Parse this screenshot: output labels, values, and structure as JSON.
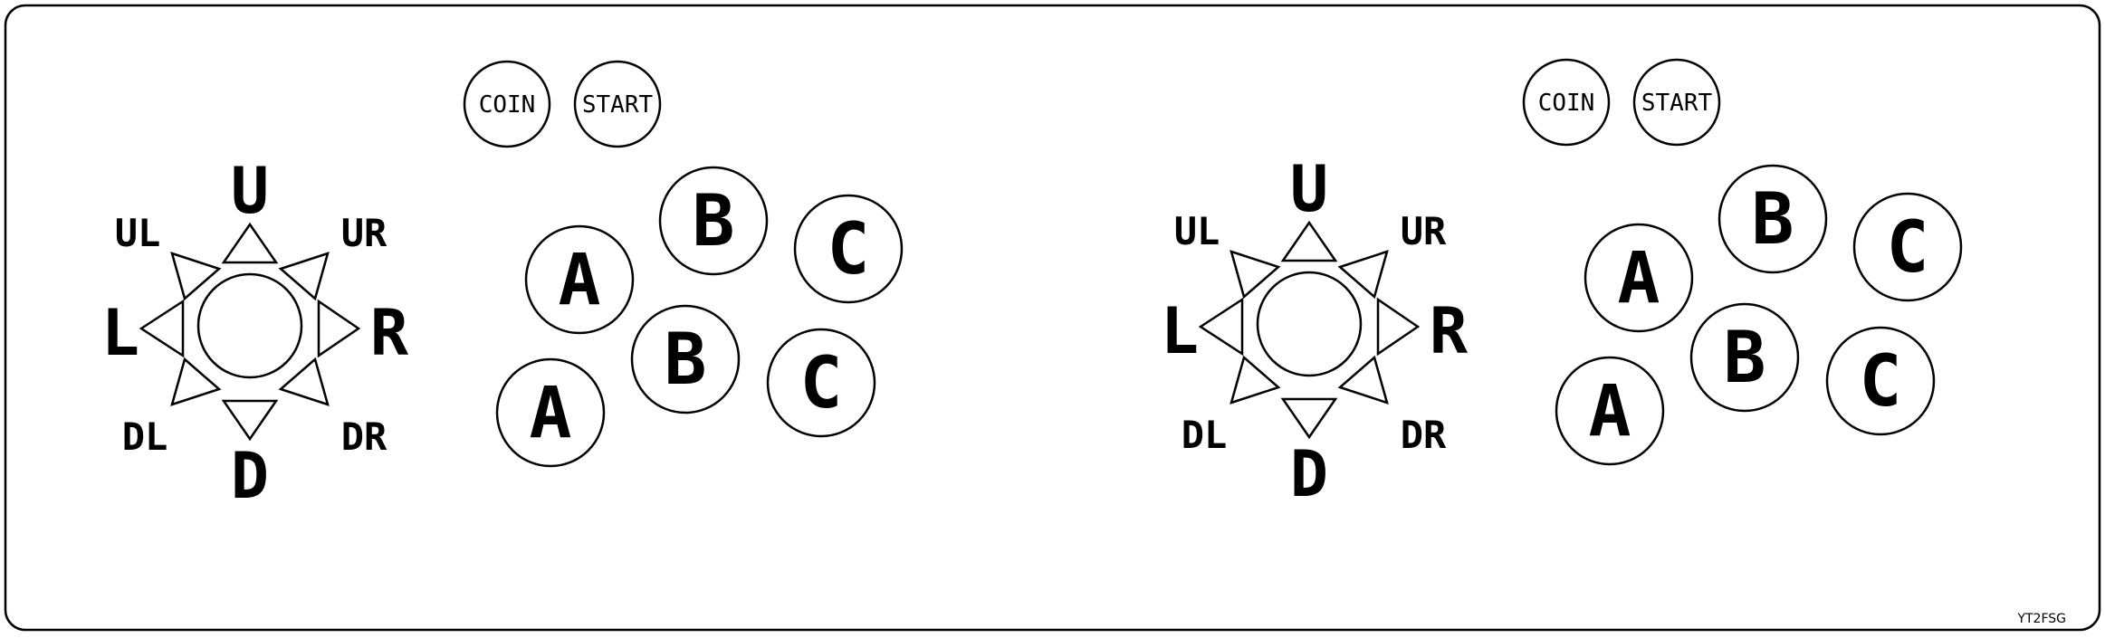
{
  "panel": {
    "code_label": "YT2FSG",
    "players": [
      {
        "coin_label": "COIN",
        "start_label": "START",
        "directions": {
          "U": "U",
          "D": "D",
          "L": "L",
          "R": "R",
          "UL": "UL",
          "UR": "UR",
          "DL": "DL",
          "DR": "DR"
        },
        "buttons": {
          "top_a": "A",
          "top_b": "B",
          "top_c": "C",
          "bottom_a": "A",
          "bottom_b": "B",
          "bottom_c": "C"
        }
      },
      {
        "coin_label": "COIN",
        "start_label": "START",
        "directions": {
          "U": "U",
          "D": "D",
          "L": "L",
          "R": "R",
          "UL": "UL",
          "UR": "UR",
          "DL": "DL",
          "DR": "DR"
        },
        "buttons": {
          "top_a": "A",
          "top_b": "B",
          "top_c": "C",
          "bottom_a": "A",
          "bottom_b": "B",
          "bottom_c": "C"
        }
      }
    ]
  }
}
